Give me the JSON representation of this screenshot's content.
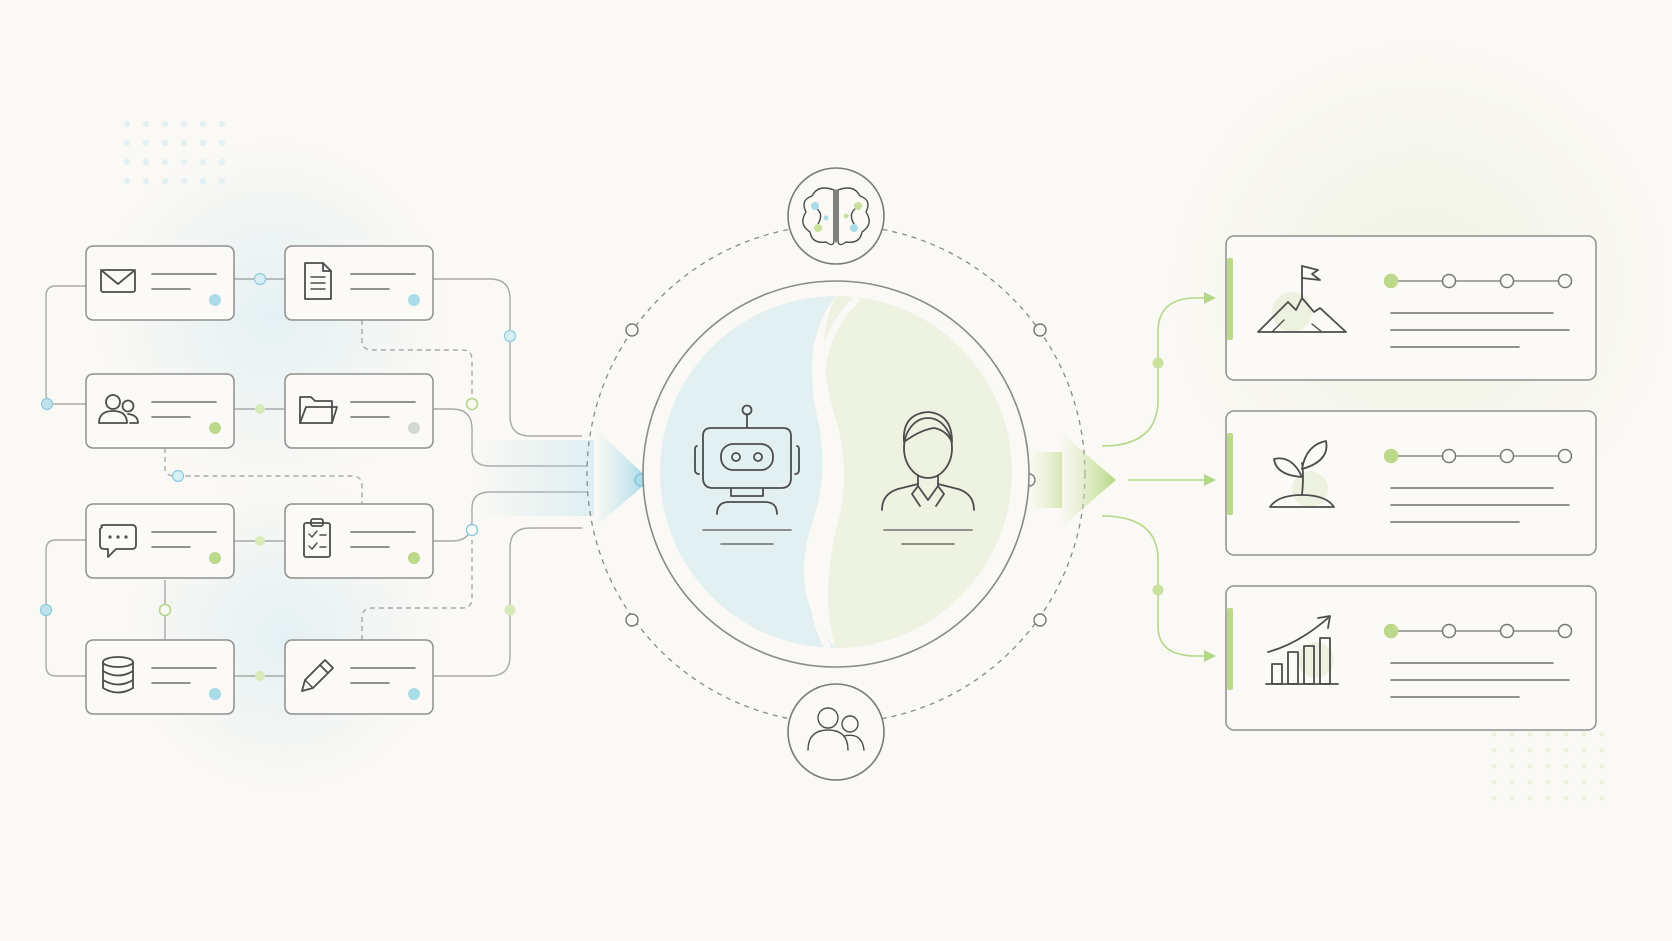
{
  "colors": {
    "background": "#fbf9f5",
    "blue_accent": "#a9dbe8",
    "blue_soft": "#e4f1f4",
    "green_accent": "#bcd98a",
    "green_soft": "#edf2e0",
    "line": "#a7a7a7",
    "card_stroke": "#8f8f8f",
    "icon": "#4d4d4d"
  },
  "input_nodes": [
    {
      "icon": "envelope-icon",
      "dot": "blue"
    },
    {
      "icon": "document-icon",
      "dot": "blue"
    },
    {
      "icon": "users-icon",
      "dot": "green"
    },
    {
      "icon": "folder-icon",
      "dot": "gray"
    },
    {
      "icon": "chat-bubble-icon",
      "dot": "green"
    },
    {
      "icon": "clipboard-checklist-icon",
      "dot": "green"
    },
    {
      "icon": "database-icon",
      "dot": "blue"
    },
    {
      "icon": "pencil-icon",
      "dot": "blue"
    }
  ],
  "center": {
    "left_actor": "robot-icon",
    "right_actor": "person-icon",
    "top_satellite": "brain-icon",
    "bottom_satellite": "team-icon"
  },
  "outputs": [
    {
      "icon": "mountain-flag-icon",
      "progress_steps": 4,
      "progress_completed": 1
    },
    {
      "icon": "sprout-icon",
      "progress_steps": 4,
      "progress_completed": 1
    },
    {
      "icon": "growth-chart-icon",
      "progress_steps": 4,
      "progress_completed": 1
    }
  ]
}
